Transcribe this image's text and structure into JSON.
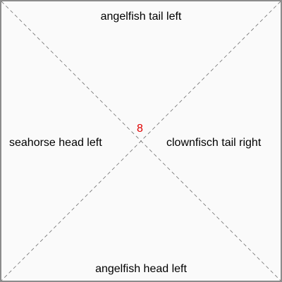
{
  "tile": {
    "number": "8",
    "number_color": "#e00000",
    "edges": {
      "top": "angelfish tail left",
      "bottom": "angelfish head left",
      "left": "seahorse head left",
      "right": "clownfisch tail right"
    }
  }
}
